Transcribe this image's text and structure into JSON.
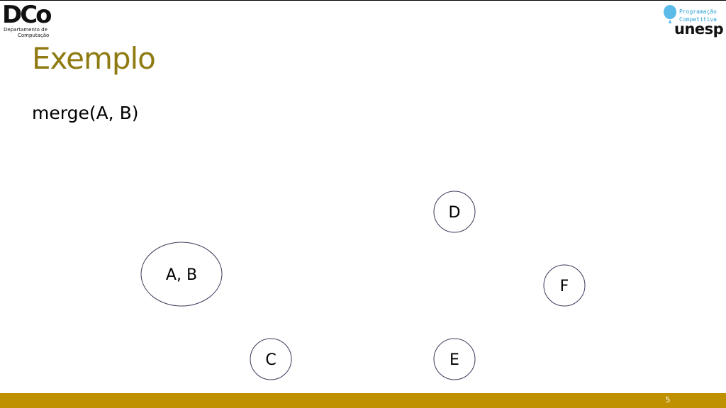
{
  "logos": {
    "left": {
      "mark": "DCo",
      "line1": "Departamento de",
      "line2": "Computação"
    },
    "right": {
      "line1": "Programação",
      "line2": "Competitiva",
      "word": "unesp"
    }
  },
  "slide": {
    "title": "Exemplo",
    "body": "merge(A, B)",
    "page_number": "5"
  },
  "diagram": {
    "nodes": [
      {
        "id": "ab",
        "label": "A, B"
      },
      {
        "id": "c",
        "label": "C"
      },
      {
        "id": "d",
        "label": "D"
      },
      {
        "id": "e",
        "label": "E"
      },
      {
        "id": "f",
        "label": "F"
      }
    ]
  },
  "colors": {
    "title": "#8f7b12",
    "footer_bar": "#bf9000",
    "logo_accent": "#2aa0d6",
    "node_stroke": "#3a3a5a"
  }
}
